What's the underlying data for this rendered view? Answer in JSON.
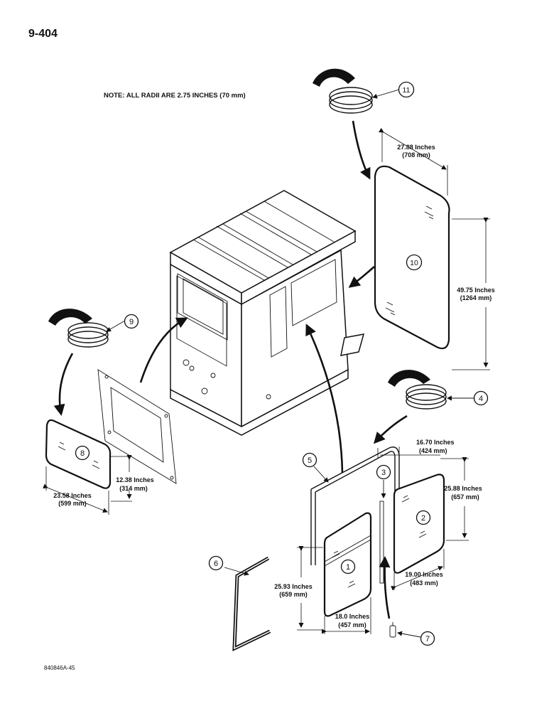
{
  "page_number": "9-404",
  "note": "NOTE: ALL RADII ARE 2.75 INCHES (70 mm)",
  "figure_code": "840846A-45",
  "callouts": [
    "1",
    "2",
    "3",
    "4",
    "5",
    "6",
    "7",
    "8",
    "9",
    "10",
    "11"
  ],
  "dimensions": {
    "d10_width_in": "27.88 Inches",
    "d10_width_mm": "(708 mm)",
    "d10_height_in": "49.75 Inches",
    "d10_height_mm": "(1264 mm)",
    "d8_height_in": "12.38 Inches",
    "d8_height_mm": "(314 mm)",
    "d8_width_in": "23.58 Inches",
    "d8_width_mm": "(599 mm)",
    "d5_width_in": "16.70 Inches",
    "d5_width_mm": "(424 mm)",
    "d2_height_in": "25.88 Inches",
    "d2_height_mm": "(657 mm)",
    "d2_width_in": "19.00 Inches",
    "d2_width_mm": "(483 mm)",
    "d1_height_in": "25.93 Inches",
    "d1_height_mm": "(659 mm)",
    "d1_width_in": "18.0 Inches",
    "d1_width_mm": "(457 mm)"
  }
}
